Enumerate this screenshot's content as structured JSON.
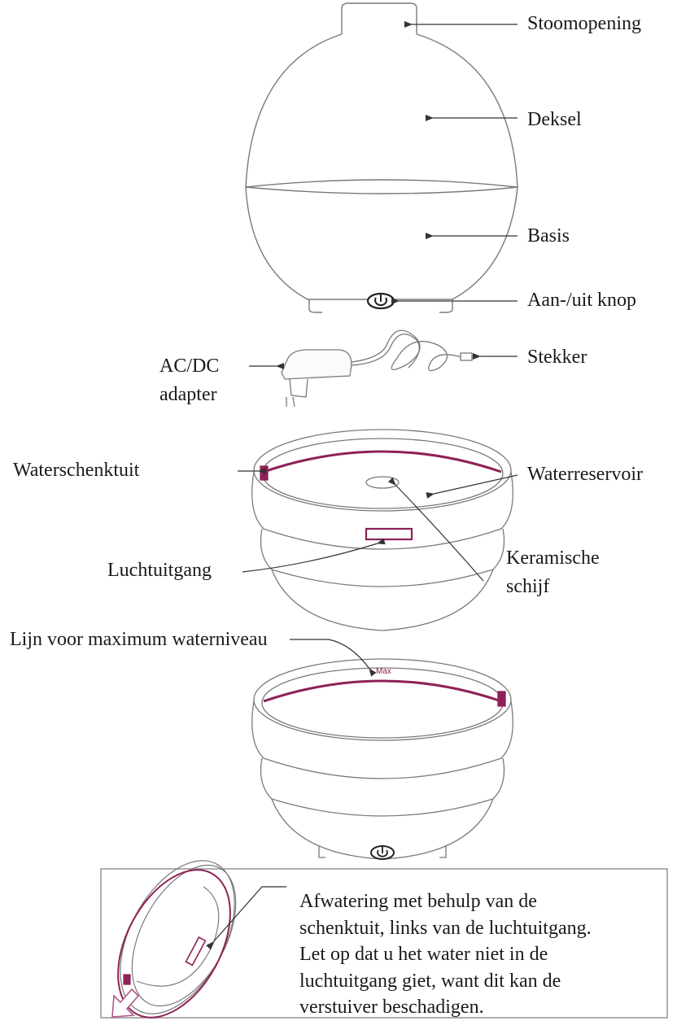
{
  "colors": {
    "line": "#3a3a3a",
    "outline": "#7a7a7a",
    "accent": "#8e2158",
    "box_border": "#8a8a8a"
  },
  "labels": {
    "steam_opening": "Stoomopening",
    "lid": "Deksel",
    "base": "Basis",
    "power_button": "Aan-/uit knop",
    "adapter_line1": "AC/DC",
    "adapter_line2": "adapter",
    "plug": "Stekker",
    "spout": "Waterschenktuit",
    "reservoir": "Waterreservoir",
    "air_outlet": "Luchtuitgang",
    "ceramic_line1": "Keramische",
    "ceramic_line2": "schijf",
    "max_line": "Lijn voor maximum waterniveau",
    "max_mark": "Max"
  },
  "drain_note": {
    "lines": [
      "Afwatering met behulp van de",
      "schenktuit, links van de luchtuitgang.",
      "Let op dat u het water niet in de",
      "luchtuitgang giet, want dit kan de",
      "verstuiver beschadigen."
    ]
  },
  "icons": [
    "power-icon",
    "arrow-down-left-icon"
  ]
}
